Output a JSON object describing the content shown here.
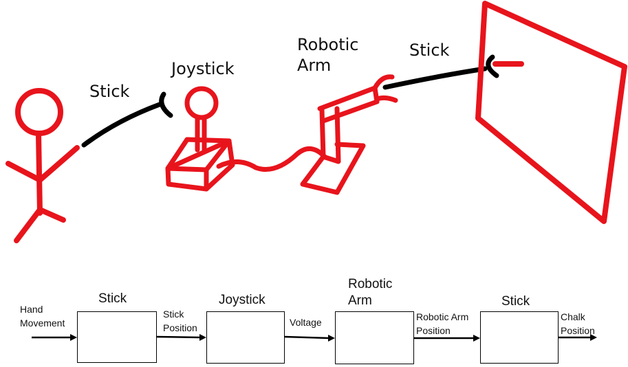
{
  "sketch": {
    "labels": {
      "stick_left": "Stick",
      "joystick": "Joystick",
      "robotic_arm": "Robotic\nArm",
      "stick_right": "Stick"
    },
    "colors": {
      "figure_red": "#e8141c",
      "stick_black": "#000000"
    }
  },
  "block_diagram": {
    "blocks": [
      {
        "label": "Stick"
      },
      {
        "label": "Joystick"
      },
      {
        "label": "Robotic\nArm"
      },
      {
        "label": "Stick"
      }
    ],
    "signals": [
      {
        "label": "Hand\nMovement"
      },
      {
        "label": "Stick\nPosition"
      },
      {
        "label": "Voltage"
      },
      {
        "label": "Robotic Arm\nPosition"
      },
      {
        "label": "Chalk\nPosition"
      }
    ]
  }
}
